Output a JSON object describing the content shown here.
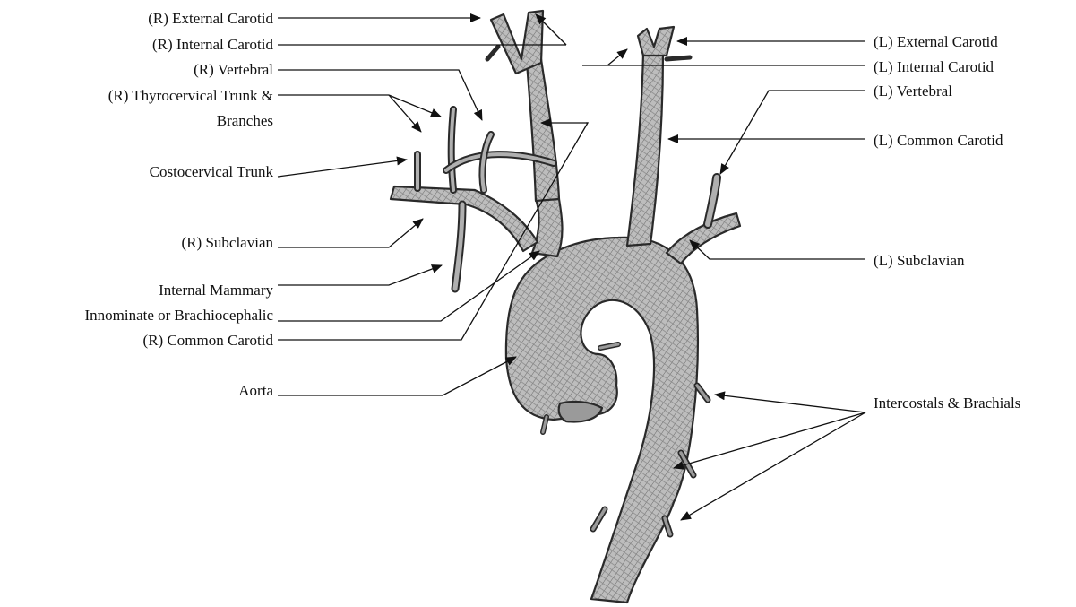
{
  "labels": {
    "r_external_carotid": "(R) External Carotid",
    "r_internal_carotid": "(R) Internal Carotid",
    "r_vertebral": "(R) Vertebral",
    "r_thyrocervical_line1": "(R) Thyrocervical Trunk &",
    "r_thyrocervical_line2": "Branches",
    "costocervical_trunk": "Costocervical Trunk",
    "r_subclavian": "(R) Subclavian",
    "internal_mammary": "Internal Mammary",
    "innominate": "Innominate or Brachiocephalic",
    "r_common_carotid": "(R) Common Carotid",
    "aorta": "Aorta",
    "l_external_carotid": "(L) External Carotid",
    "l_internal_carotid": "(L) Internal Carotid",
    "l_vertebral": "(L) Vertebral",
    "l_common_carotid": "(L) Common Carotid",
    "l_subclavian": "(L) Subclavian",
    "intercostals": "Intercostals & Brachials"
  },
  "colors": {
    "vessel_fill": "#b8b8b8",
    "vessel_outline": "#2a2a2a",
    "text": "#111111"
  }
}
